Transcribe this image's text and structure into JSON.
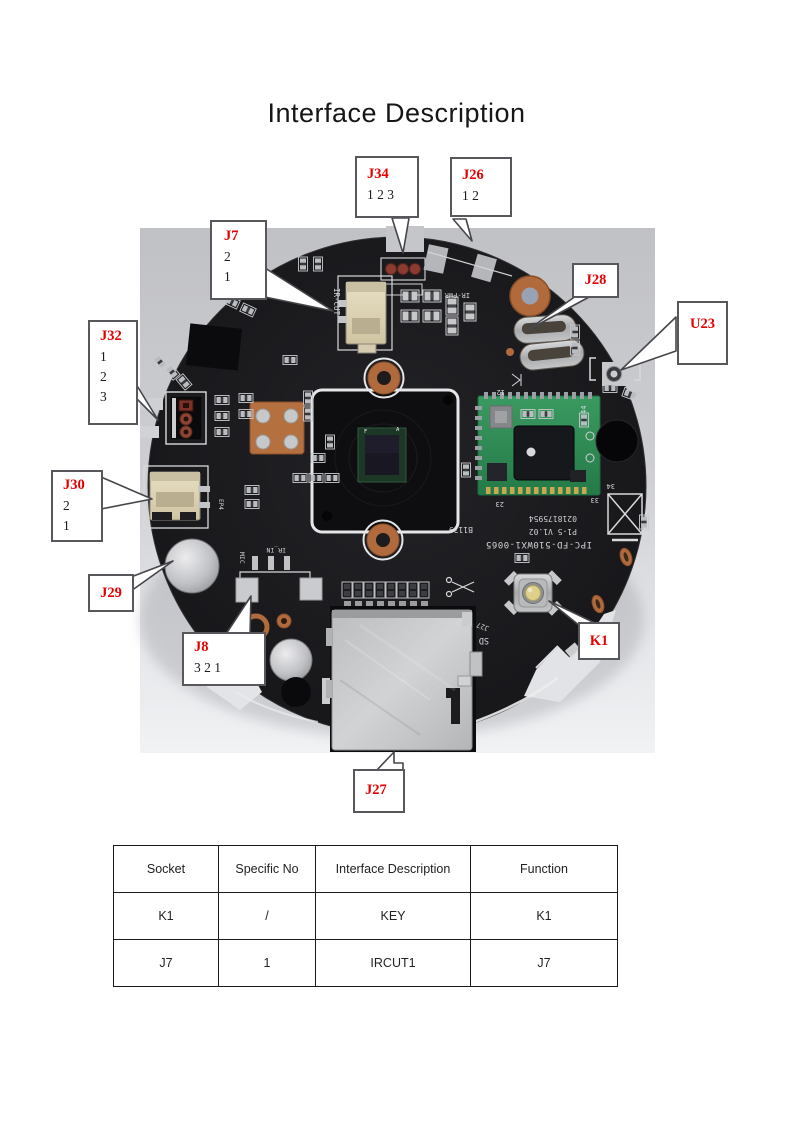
{
  "title": "Interface Description",
  "callouts": {
    "j34": {
      "label": "J34",
      "pins": [
        "1 2 3"
      ]
    },
    "j26": {
      "label": "J26",
      "pins": [
        "1 2"
      ]
    },
    "j7": {
      "label": "J7",
      "pins": [
        "2",
        "1"
      ]
    },
    "j32": {
      "label": "J32",
      "pins": [
        "1",
        "2",
        "3"
      ]
    },
    "j30": {
      "label": "J30",
      "pins": [
        "2",
        "1"
      ]
    },
    "j29": {
      "label": "J29",
      "pins": []
    },
    "j28": {
      "label": "J28",
      "pins": []
    },
    "u23": {
      "label": "U23",
      "pins": []
    },
    "j8": {
      "label": "J8",
      "pins": [
        "3 2 1"
      ]
    },
    "k1": {
      "label": "K1",
      "pins": []
    },
    "j27": {
      "label": "J27",
      "pins": []
    }
  },
  "board_silk": {
    "ircut": "IR-CUT",
    "irpwr": "IR-PWR",
    "mic": "MIC",
    "irin": "IR_IN",
    "ep4": "EP4",
    "sd": "SD",
    "j27": "J27",
    "model": "IPC-FD-510WX1-0065",
    "rev": "P1-5 V1.02",
    "serial": "0218175954",
    "batch": "B1139",
    "n12": "12",
    "n23": "23",
    "n33": "33",
    "n34": "34",
    "n44": "44",
    "sensor_f": "F",
    "sensor_a": "A"
  },
  "table": {
    "headers": [
      "Socket",
      "Specific No",
      "Interface Description",
      "Function"
    ],
    "rows": [
      [
        "K1",
        "/",
        "KEY",
        "K1"
      ],
      [
        "J7",
        "1",
        "IRCUT1",
        "J7"
      ]
    ]
  },
  "colors": {
    "callout_label": "#e60000",
    "silkscreen": "#d6d7da",
    "copper": "#b06a3c",
    "module_green": "#2f9158",
    "photo_bg_top": "#c2c3c7",
    "photo_bg_bottom": "#f1f2f4"
  }
}
